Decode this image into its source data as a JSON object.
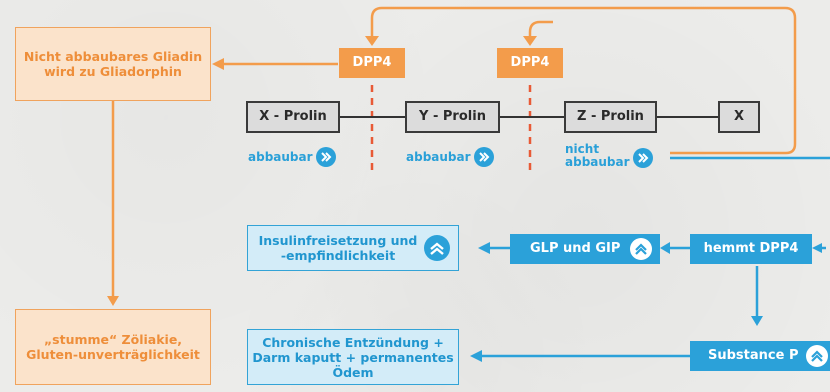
{
  "colors": {
    "orange": "#f39c4b",
    "orange_light": "#fbe3cb",
    "blue": "#2ba1d9",
    "blue_light": "#d3ecf8",
    "dark": "#3a3a3a"
  },
  "left_top_box": "Nicht abbaubares Gliadin wird zu Gliadorphin",
  "left_bottom_box": "„stumme“ Zöliakie, Gluten-unverträglichkeit",
  "dpp4_left": "DPP4",
  "dpp4_right": "DPP4",
  "chain": {
    "x_prolin": "X - Prolin",
    "y_prolin": "Y - Prolin",
    "z_prolin": "Z - Prolin",
    "x": "X"
  },
  "labels": {
    "abbaubar_1": "abbaubar",
    "abbaubar_2": "abbaubar",
    "nicht_abbaubar_1": "nicht",
    "nicht_abbaubar_2": "abbaubar"
  },
  "blue_boxes": {
    "insulin": "Insulinfreisetzung und -empfindlichkeit",
    "glp_gip": "GLP und GIP",
    "hemmt": "hemmt DPP4",
    "chronic": "Chronische Entzündung + Darm kaputt + permanentes Ödem",
    "substance_p": "Substance P"
  },
  "icons": {
    "chevron_right": "double-chevron-right-icon",
    "chevron_up": "double-chevron-up-icon"
  }
}
